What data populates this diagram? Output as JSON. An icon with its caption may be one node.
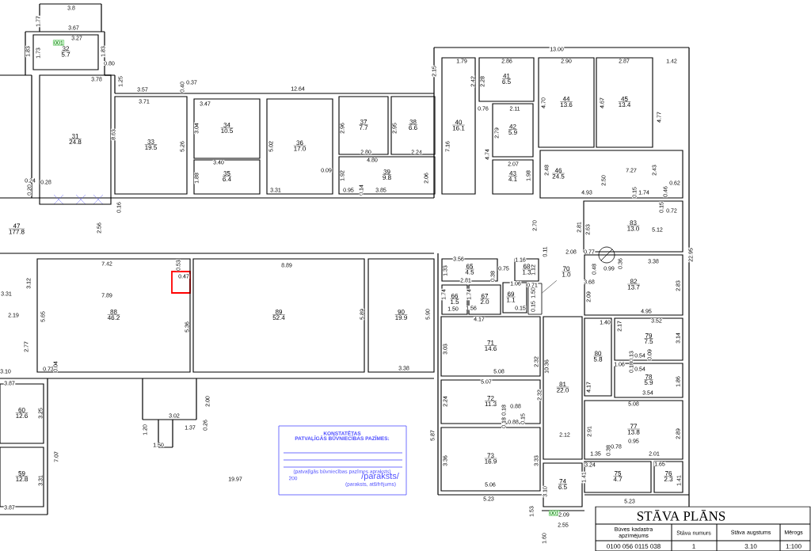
{
  "diagram": {
    "title": "STĀVA PLĀNS",
    "nodes": [
      {
        "text": [
          "32",
          "5.7"
        ]
      },
      {
        "text": [
          "31",
          "24.8"
        ]
      },
      {
        "text": [
          "33",
          "19.5"
        ]
      },
      {
        "text": [
          "34",
          "10.5"
        ]
      },
      {
        "text": [
          "35",
          "6.4"
        ]
      },
      {
        "text": [
          "36",
          "17.0"
        ]
      },
      {
        "text": [
          "37",
          "7.7"
        ]
      },
      {
        "text": [
          "38",
          "6.6"
        ]
      },
      {
        "text": [
          "39",
          "9.8"
        ]
      },
      {
        "text": [
          "40",
          "16.1"
        ]
      },
      {
        "text": [
          "41",
          "6.5"
        ]
      },
      {
        "text": [
          "42",
          "5.9"
        ]
      },
      {
        "text": [
          "43",
          "4.1"
        ]
      },
      {
        "text": [
          "44",
          "13.6"
        ]
      },
      {
        "text": [
          "45",
          "13.4"
        ]
      },
      {
        "text": [
          "46",
          "24.5"
        ]
      },
      {
        "text": [
          "47",
          "177.8"
        ]
      },
      {
        "text": [
          "83",
          "13.0"
        ]
      },
      {
        "text": [
          "88",
          "46.2"
        ]
      },
      {
        "text": [
          "89",
          "52.4"
        ]
      },
      {
        "text": [
          "90",
          "19.9"
        ]
      },
      {
        "text": [
          "65",
          "4.5"
        ]
      },
      {
        "text": [
          "68",
          "1.3"
        ]
      },
      {
        "text": [
          "66",
          "1.5"
        ]
      },
      {
        "text": [
          "67",
          "2.0"
        ]
      },
      {
        "text": [
          "69",
          "1.1"
        ]
      },
      {
        "text": [
          "70",
          "1.0"
        ]
      },
      {
        "text": [
          "71",
          "14.6"
        ]
      },
      {
        "text": [
          "72",
          "11.3"
        ]
      },
      {
        "text": [
          "73",
          "16.9"
        ]
      },
      {
        "text": [
          "74",
          "6.5"
        ]
      },
      {
        "text": [
          "81",
          "22.0"
        ]
      },
      {
        "text": [
          "82",
          "13.7"
        ]
      },
      {
        "text": [
          "80",
          "5.8"
        ]
      },
      {
        "text": [
          "79",
          "7.5"
        ]
      },
      {
        "text": [
          "78",
          "5.9"
        ]
      },
      {
        "text": [
          "77",
          "13.8"
        ]
      },
      {
        "text": [
          "75",
          "4.7"
        ]
      },
      {
        "text": [
          "76",
          "2.3"
        ]
      },
      {
        "text": [
          "60",
          "12.6"
        ]
      },
      {
        "text": [
          "59",
          "12.8"
        ]
      },
      {
        "text": [],
        "shape": "box"
      }
    ],
    "edges": [
      {
        "from": 26,
        "to": 41,
        "arrow": "none"
      }
    ],
    "labels": [
      "3.8",
      "1.77",
      "3.67",
      "001",
      "3.27",
      "1.83",
      "1.73",
      "1.83",
      "0.80",
      "1.25",
      "3.78",
      "3.57",
      "3.71",
      "0.40",
      "0.37",
      "3.47",
      "8.63",
      "5.26",
      "3.04",
      "3.40",
      "1.88",
      "0.24",
      "0.28",
      "0.20",
      "0.16",
      "12.64",
      "5.02",
      "2.96",
      "2.95",
      "2.80",
      "2.24",
      "4.80",
      "0.09",
      "1.92",
      "2.06",
      "3.31",
      "0.95",
      "0.14",
      "3.85",
      "13.00",
      "2.15",
      "1.79",
      "2.86",
      "2.90",
      "2.87",
      "1.42",
      "2.42",
      "2.28",
      "0.76",
      "2.11",
      "7.16",
      "2.79",
      "4.74",
      "2.07",
      "1.98",
      "4.70",
      "4.67",
      "4.77",
      "2.48",
      "7.27",
      "2.43",
      "2.50",
      "4.93",
      "0.15",
      "1.74",
      "0.46",
      "0.62",
      "0.15",
      "0.72",
      "2.56",
      "2.70",
      "2.81",
      "2.63",
      "5.12",
      "22.95",
      "7.42",
      "0.53",
      "0.47",
      "7.89",
      "5.65",
      "5.36",
      "0.73",
      "0.04",
      "8.89",
      "5.89",
      "5.90",
      "3.38",
      "3.31",
      "3.12",
      "2.19",
      "2.77",
      "3.10",
      "3.87",
      "3.25",
      "7.07",
      "3.31",
      "3.87",
      "2.00",
      "3.02",
      "1.20",
      "1.37",
      "0.26",
      "1.50",
      "19.97",
      "5.87",
      "3.56",
      "1.33",
      "0.75",
      "1.16",
      "1.12",
      "0.38",
      "2.81",
      "1.74",
      "1.50",
      "1.74",
      "1.56",
      "1.06",
      "0.71",
      "1.50",
      "0.15",
      "0.15",
      "4.17",
      "3.03",
      "5.08",
      "0.11",
      "2.08",
      "2.32",
      "10.36",
      "0.77",
      "0.99",
      "0.36",
      "3.38",
      "0.48",
      "3.68",
      "2.09",
      "2.83",
      "4.95",
      "1.40",
      "2.17",
      "3.52",
      "3.14",
      "0.13",
      "0.54",
      "0.09",
      "1.06",
      "0.18",
      "0.54",
      "1.86",
      "3.54",
      "4.17",
      "5.08",
      "5.07",
      "2.24",
      "2.32",
      "0.18",
      "0.88",
      "0.18",
      "0.88",
      "0.15",
      "2.12",
      "3.36",
      "3.33",
      "5.06",
      "5.23",
      "3.10",
      "001",
      "2.09",
      "2.55",
      "1.53",
      "1.60",
      "2.91",
      "2.89",
      "0.95",
      "0.78",
      "0.38",
      "1.35",
      "2.01",
      "3.24",
      "1.41",
      "1.65",
      "1.41",
      "5.23",
      "KONSTATĒTAS",
      "PATVAĻĪGĀS BŪVNIECĪBAS PAZĪMES:",
      "(patvaļīgās būvniecības pazīmes apraksts)",
      "200",
      "/paraksts/",
      "(paraksts, atšifrējums)",
      "Būves kadastra apzīmējums",
      "Stāva numurs",
      "Stāva augstums",
      "Mērogs",
      "0100 056 0115 038",
      "1",
      "3.10",
      "1:100"
    ]
  }
}
